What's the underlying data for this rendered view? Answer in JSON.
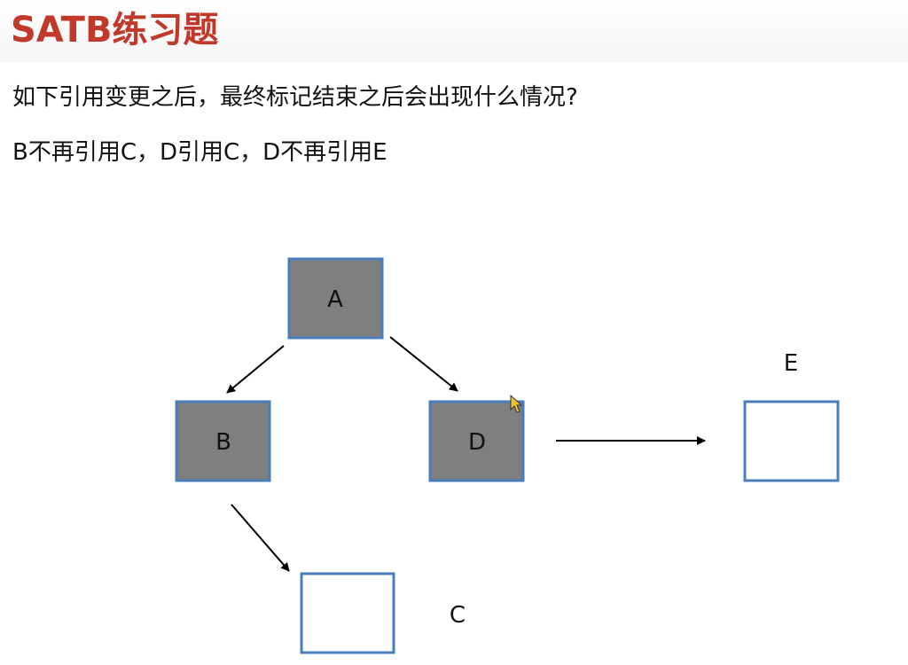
{
  "slide": {
    "title": "SATB练习题",
    "question": "如下引用变更之后，最终标记结束之后会出现什么情况?",
    "condition": "B不再引用C，D引用C，D不再引用E"
  },
  "colors": {
    "title": "#c0392b",
    "marked_fill": "#7f7f7f",
    "unmarked_fill": "#ffffff",
    "node_border": "#4a7ebb",
    "arrow": "#000000"
  },
  "diagram": {
    "nodes": [
      {
        "id": "A",
        "label": "A",
        "marked": true
      },
      {
        "id": "B",
        "label": "B",
        "marked": true
      },
      {
        "id": "D",
        "label": "D",
        "marked": true
      },
      {
        "id": "E",
        "label": "E",
        "marked": false
      },
      {
        "id": "C",
        "label": "C",
        "marked": false
      }
    ],
    "edges": [
      {
        "from": "A",
        "to": "B"
      },
      {
        "from": "A",
        "to": "D"
      },
      {
        "from": "D",
        "to": "E"
      },
      {
        "from": "B",
        "to": "C"
      }
    ]
  }
}
